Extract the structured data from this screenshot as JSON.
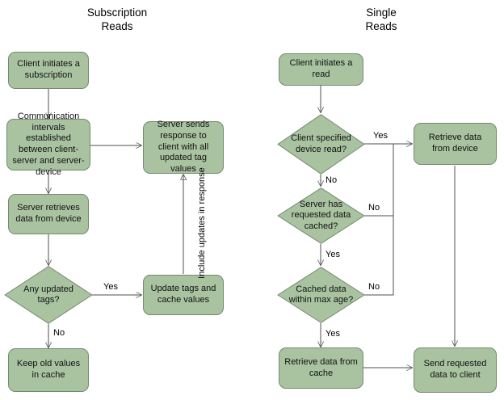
{
  "titles": {
    "left": "Subscription\nReads",
    "right": "Single\nReads"
  },
  "left": {
    "client_initiates": "Client initiates a subscription",
    "comm_intervals": "Communication intervals established between client-server and server-device",
    "server_retrieves": "Server retrieves data from device",
    "any_updated_tags": "Any updated tags?",
    "keep_old_values": "Keep old values in cache",
    "update_tags": "Update tags and cache values",
    "server_sends": "Server sends response to client with all updated tag values",
    "label_yes": "Yes",
    "label_no": "No",
    "label_include": "Include updates in response"
  },
  "right": {
    "client_initiates": "Client initiates a read",
    "client_specified": "Client specified device read?",
    "retrieve_device": "Retrieve data from device",
    "server_cached": "Server has requested data cached?",
    "cached_age": "Cached data within max age?",
    "retrieve_cache": "Retrieve data from cache",
    "send_data": "Send requested data to client",
    "label_yes_device": "Yes",
    "label_no_device": "No",
    "label_no_cached": "No",
    "label_yes_cached": "Yes",
    "label_no_age": "No",
    "label_yes_age": "Yes"
  },
  "colors": {
    "node_fill": "#a9c3a1",
    "node_border": "#75896f",
    "connector": "#4f4f4f"
  }
}
